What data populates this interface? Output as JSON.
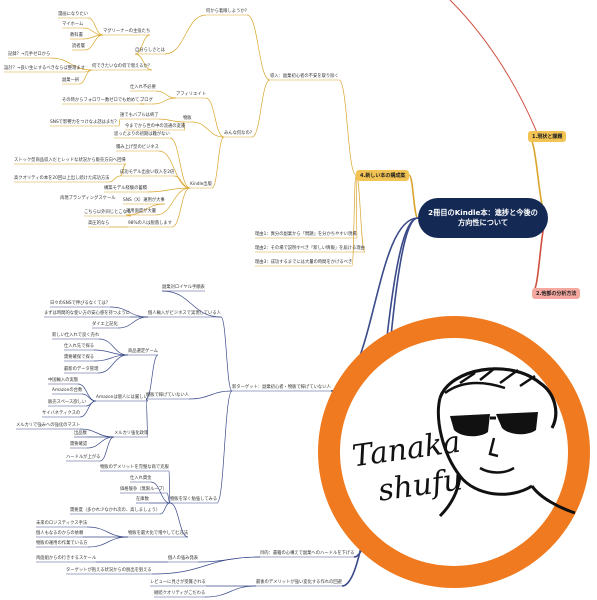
{
  "central_topic": "2冊目のKindle本：進捗と今後の方向性について",
  "branches": [
    {
      "id": "b1",
      "label": "1.現状と課題",
      "color": "#f3c453"
    },
    {
      "id": "b2",
      "label": "2.他部の分析方法",
      "color": "#f4a8a0"
    },
    {
      "id": "b4",
      "label": "4.新しい本の構成案",
      "color": "#f3c453"
    }
  ],
  "nodes": [
    {
      "id": "n01",
      "text": "何から着眼しようか?"
    },
    {
      "id": "n02",
      "text": "漫画になりたい"
    },
    {
      "id": "n03",
      "text": "マイホーム"
    },
    {
      "id": "n04",
      "text": "教科書"
    },
    {
      "id": "n05",
      "text": "読者層"
    },
    {
      "id": "n06",
      "text": "マグリーナーの主役たち"
    },
    {
      "id": "n07",
      "text": "自分らしさとは"
    },
    {
      "id": "n08",
      "text": "記録？→元手ゼロから"
    },
    {
      "id": "n09",
      "text": "設計？→良い生にするべきならば整理ます"
    },
    {
      "id": "n10",
      "text": "何できたいなの何で増えるか？"
    },
    {
      "id": "n11",
      "text": "副業一択"
    },
    {
      "id": "n12",
      "text": "導入：副業初心者の不安を取り除く"
    },
    {
      "id": "n13",
      "text": "アフィリエイト"
    },
    {
      "id": "n14",
      "text": "仕入れ不必要"
    },
    {
      "id": "n15",
      "text": "ブログ"
    },
    {
      "id": "n16",
      "text": "その時からフォロワー数ゼロでも始めて…"
    },
    {
      "id": "n17",
      "text": "物販"
    },
    {
      "id": "n18",
      "text": "誰でもバブルは終了"
    },
    {
      "id": "n19",
      "text": "SNSで影響力をつけなよ話はまだ？"
    },
    {
      "id": "n20",
      "text": "今までから世の中の流通の変遷"
    },
    {
      "id": "n21",
      "text": "みんな何なの?"
    },
    {
      "id": "n22",
      "text": "思ったよりの初期は難がない"
    },
    {
      "id": "n23",
      "text": "積み上げ型のビジネス"
    },
    {
      "id": "n24",
      "text": "Kindle出版"
    },
    {
      "id": "n25",
      "text": "ストック型商品収入だとレッドな状況から販売方向へ回帰"
    },
    {
      "id": "n26",
      "text": "成功モデル出会い収入を2倍"
    },
    {
      "id": "n27",
      "text": "高クオリティの本を20回以上出し続けた成功方法"
    },
    {
      "id": "n28",
      "text": "構築モデル経験の蓄積"
    },
    {
      "id": "n29",
      "text": "再現ブランディングスケール"
    },
    {
      "id": "n30",
      "text": "SNS（X）運用が大事"
    },
    {
      "id": "n31",
      "text": "運用面度が大量"
    },
    {
      "id": "n32",
      "text": "こちら以外同じとこなる"
    },
    {
      "id": "n33",
      "text": "高圧的なら"
    },
    {
      "id": "n34",
      "text": "98%の人は脱落します"
    },
    {
      "id": "n35",
      "text": "理由1：異分の副業から「問題」を分かちやすい現場"
    },
    {
      "id": "n36",
      "text": "理由2：その場で説明すべき「新しい情報」を届ける理由"
    },
    {
      "id": "n37",
      "text": "理由3：成功するまでには大量の時間をかけるべき"
    },
    {
      "id": "n38",
      "text": "副業対ロイヤル手順表"
    },
    {
      "id": "n39",
      "text": "日々のSNSで伸びるなくては？"
    },
    {
      "id": "n40",
      "text": "まずは時間的な使い方の安心感を持つように"
    },
    {
      "id": "n41",
      "text": "ダイエ上記化"
    },
    {
      "id": "n42",
      "text": "個人輸入がビジネスで実現している人"
    },
    {
      "id": "n43",
      "text": "新しい仕入れで良く売れ"
    },
    {
      "id": "n44",
      "text": "仕入れ先で探る"
    },
    {
      "id": "n45",
      "text": "需要確保で探る"
    },
    {
      "id": "n46",
      "text": "商品選定ゲーム"
    },
    {
      "id": "n47",
      "text": "最新のデータ管理"
    },
    {
      "id": "n48",
      "text": "中国輸入の実態"
    },
    {
      "id": "n49",
      "text": "Amazonの台数"
    },
    {
      "id": "n50",
      "text": "Amazonは個人には厳しい"
    },
    {
      "id": "n51",
      "text": "販売スペース欲しい"
    },
    {
      "id": "n52",
      "text": "サイバネティクスの"
    },
    {
      "id": "n53",
      "text": "メルカリで強みへの強化のマスト"
    },
    {
      "id": "n54",
      "text": "メルカリ強化政策"
    },
    {
      "id": "n55",
      "text": "出品数"
    },
    {
      "id": "n56",
      "text": "需要確認"
    },
    {
      "id": "n57",
      "text": "ハードルが上がる"
    },
    {
      "id": "n58",
      "text": "物販で稼げていない人"
    },
    {
      "id": "n59",
      "text": "新ターゲット：副業初心者・物販で稼げていない人"
    },
    {
      "id": "n60",
      "text": "物販のデメリットを完璧な商で克服"
    },
    {
      "id": "n61",
      "text": "仕入れ資金"
    },
    {
      "id": "n62",
      "text": "価格競争（無限ループ）"
    },
    {
      "id": "n63",
      "text": "在庫数"
    },
    {
      "id": "n64",
      "text": "需要度（多かれ少なかれ次の、高しましょう）"
    },
    {
      "id": "n65",
      "text": "物販を深く勉強してみる"
    },
    {
      "id": "n66",
      "text": "未来のロジスティクス手法"
    },
    {
      "id": "n67",
      "text": "個人もなるのからの依頼"
    },
    {
      "id": "n68",
      "text": "物販の運用の作業でいる方"
    },
    {
      "id": "n69",
      "text": "物販を最大化で増やしてむ方法"
    },
    {
      "id": "n70",
      "text": "両面組からの行きするスケール"
    },
    {
      "id": "n71",
      "text": "個人の強み発表"
    },
    {
      "id": "n72",
      "text": "目的：書籍の心構えで副業へのハードルを下げる"
    },
    {
      "id": "n73",
      "text": "ターゲットが抱える状況からの脱出を狙える"
    },
    {
      "id": "n74",
      "text": "最後のデメリットが強い変化する作れの回避"
    },
    {
      "id": "n75",
      "text": "レビューに見さが受賞される"
    },
    {
      "id": "n76",
      "text": "継続クオリティがこだわる"
    }
  ],
  "logo": {
    "line1": "Tanaka",
    "line2": "shufu",
    "ring_color": "#ef7a1f"
  }
}
